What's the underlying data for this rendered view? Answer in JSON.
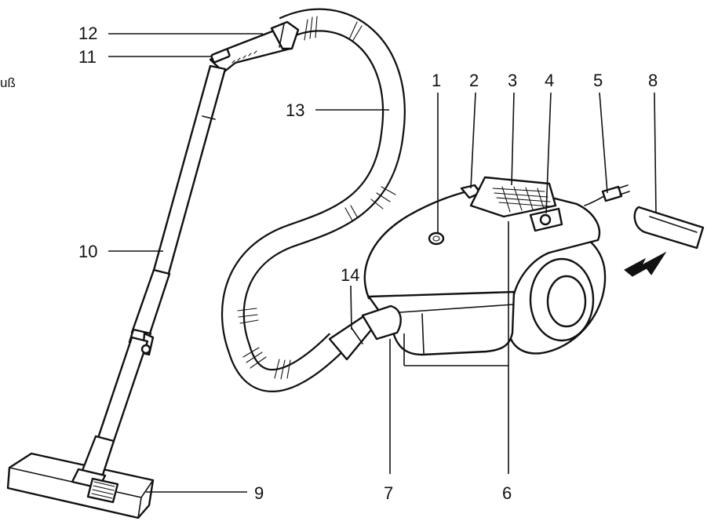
{
  "edge_fragment": "uß",
  "labels": {
    "n1": "1",
    "n2": "2",
    "n3": "3",
    "n4": "4",
    "n5": "5",
    "n6": "6",
    "n7": "7",
    "n8": "8",
    "n9": "9",
    "n10": "10",
    "n11": "11",
    "n12": "12",
    "n13": "13",
    "n14": "14"
  }
}
